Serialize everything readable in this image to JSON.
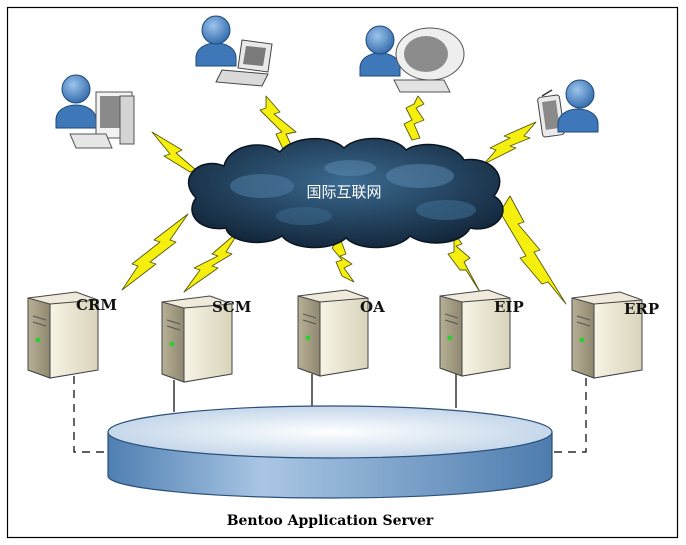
{
  "network": {
    "label": "国际互联网"
  },
  "servers": [
    {
      "id": "crm",
      "label": "CRM"
    },
    {
      "id": "scm",
      "label": "SCM"
    },
    {
      "id": "oa",
      "label": "OA"
    },
    {
      "id": "eip",
      "label": "EIP"
    },
    {
      "id": "erp",
      "label": "ERP"
    }
  ],
  "clients": [
    {
      "icon": "user-desktop-icon"
    },
    {
      "icon": "user-laptop-icon"
    },
    {
      "icon": "user-imac-icon"
    },
    {
      "icon": "user-tablet-icon"
    }
  ],
  "database": {
    "caption": "Bentoo Application Server"
  },
  "colors": {
    "cloud": "#1a3550",
    "bolt": "#f5ef10",
    "disk_top": "#dfeaf5",
    "disk_side": "#7fa6cf",
    "user": "#4a86c8",
    "server_body": "#f0ecd8"
  }
}
